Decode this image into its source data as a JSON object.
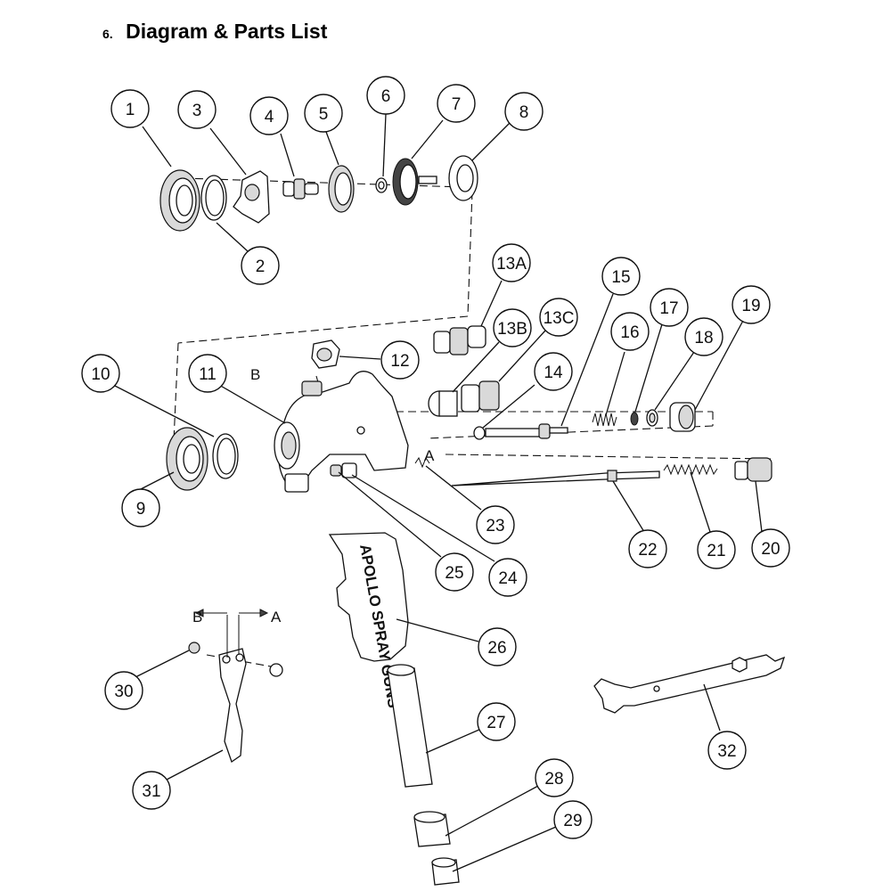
{
  "header": {
    "section_number": "6.",
    "title": "Diagram & Parts List"
  },
  "callouts": [
    "1",
    "2",
    "3",
    "4",
    "5",
    "6",
    "7",
    "8",
    "9",
    "10",
    "11",
    "12",
    "13A",
    "13B",
    "13C",
    "14",
    "15",
    "16",
    "17",
    "18",
    "19",
    "20",
    "21",
    "22",
    "23",
    "24",
    "25",
    "26",
    "27",
    "28",
    "29",
    "30",
    "31",
    "32"
  ],
  "markers": {
    "b": "B",
    "a": "A"
  },
  "handle_text": "APOLLO SPRAY GUNS"
}
